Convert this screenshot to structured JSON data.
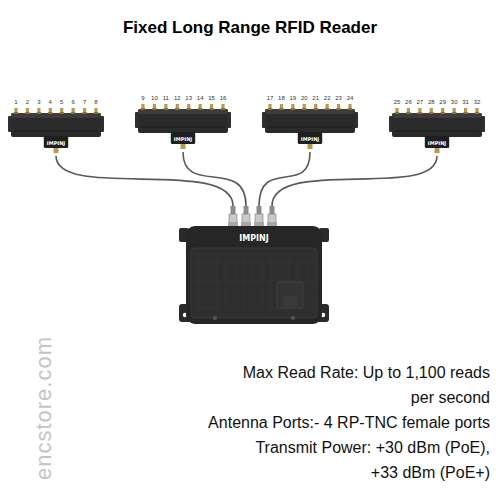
{
  "diagram": {
    "title": "Fixed Long Range RFID Reader",
    "nodes": [
      {
        "text": [
          "1",
          "2",
          "3",
          "4",
          "5",
          "6",
          "7",
          "8",
          "IMPINJ"
        ]
      },
      {
        "text": [
          "9",
          "10",
          "11",
          "12",
          "13",
          "14",
          "15",
          "16",
          "IMPINJ"
        ]
      },
      {
        "text": [
          "17",
          "18",
          "19",
          "20",
          "21",
          "22",
          "23",
          "24",
          "IMPINJ"
        ]
      },
      {
        "text": [
          "25",
          "26",
          "27",
          "28",
          "29",
          "30",
          "31",
          "32",
          "IMPINJ"
        ]
      },
      {
        "text": [
          "IMPINJ"
        ]
      }
    ],
    "edges": [
      {
        "from": 0,
        "to": 4,
        "arrow": "none"
      },
      {
        "from": 1,
        "to": 4,
        "arrow": "none"
      },
      {
        "from": 2,
        "to": 4,
        "arrow": "none"
      },
      {
        "from": 3,
        "to": 4,
        "arrow": "none"
      }
    ],
    "labels": [
      "Max Read Rate: Up to 1,100 reads per second",
      "Antenna Ports:- 4 RP-TNC female ports",
      "Transmit Power: +30 dBm (PoE), +33 dBm (PoE+)",
      "encstore.com"
    ]
  }
}
